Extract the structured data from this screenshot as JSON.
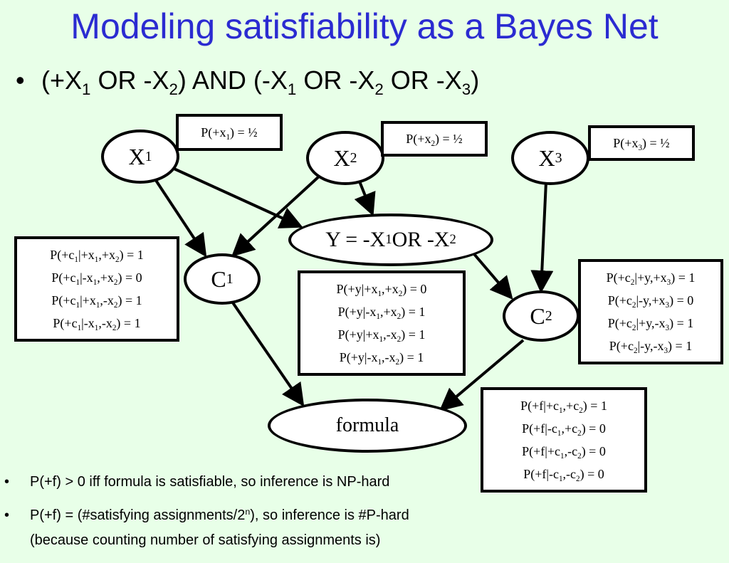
{
  "title": "Modeling satisfiability as a Bayes Net",
  "formula": {
    "bullet": "•",
    "p1": "(+X",
    "s1": "1",
    "p2": " OR -X",
    "s2": "2",
    "p3": ") AND (-X",
    "s3": "1",
    "p4": " OR -X",
    "s4": "2",
    "p5": " OR -X",
    "s5": "3",
    "p6": ")"
  },
  "nodes": {
    "x1": {
      "letter": "X",
      "sub": "1"
    },
    "x2": {
      "letter": "X",
      "sub": "2"
    },
    "x3": {
      "letter": "X",
      "sub": "3"
    },
    "y": {
      "a": "Y = -X",
      "s1": "1",
      "b": " OR -X",
      "s2": "2"
    },
    "c1": {
      "letter": "C",
      "sub": "1"
    },
    "c2": {
      "letter": "C",
      "sub": "2"
    },
    "formula": {
      "label": "formula"
    }
  },
  "cpts": {
    "px1": {
      "a": "P(+x",
      "s": "1",
      "b": ") = ½"
    },
    "px2": {
      "a": "P(+x",
      "s": "2",
      "b": ") = ½"
    },
    "px3": {
      "a": "P(+x",
      "s": "3",
      "b": ") = ½"
    },
    "c1_rows": [
      {
        "a": "P(+c",
        "s1": "1",
        "b": "|+x",
        "s2": "1",
        "c": ",+x",
        "s3": "2",
        "d": ") = 1"
      },
      {
        "a": "P(+c",
        "s1": "1",
        "b": "|-x",
        "s2": "1",
        "c": ",+x",
        "s3": "2",
        "d": ") = 0"
      },
      {
        "a": "P(+c",
        "s1": "1",
        "b": "|+x",
        "s2": "1",
        "c": ",-x",
        "s3": "2",
        "d": ") = 1"
      },
      {
        "a": "P(+c",
        "s1": "1",
        "b": "|-x",
        "s2": "1",
        "c": ",-x",
        "s3": "2",
        "d": ") = 1"
      }
    ],
    "y_rows": [
      {
        "a": "P(+y|+x",
        "s1": "1",
        "b": ",+x",
        "s2": "2",
        "c": ") = 0"
      },
      {
        "a": "P(+y|-x",
        "s1": "1",
        "b": ",+x",
        "s2": "2",
        "c": ") = 1"
      },
      {
        "a": "P(+y|+x",
        "s1": "1",
        "b": ",-x",
        "s2": "2",
        "c": ") = 1"
      },
      {
        "a": "P(+y|-x",
        "s1": "1",
        "b": ",-x",
        "s2": "2",
        "c": ") = 1"
      }
    ],
    "c2_rows": [
      {
        "a": "P(+c",
        "s1": "2",
        "b": "|+y,+x",
        "s2": "3",
        "c": ") = 1"
      },
      {
        "a": "P(+c",
        "s1": "2",
        "b": "|-y,+x",
        "s2": "3",
        "c": ") = 0"
      },
      {
        "a": "P(+c",
        "s1": "2",
        "b": "|+y,-x",
        "s2": "3",
        "c": ") = 1"
      },
      {
        "a": "P(+c",
        "s1": "2",
        "b": "|-y,-x",
        "s2": "3",
        "c": ") = 1"
      }
    ],
    "f_rows": [
      {
        "a": "P(+f|+c",
        "s1": "1",
        "b": ",+c",
        "s2": "2",
        "c": ") = 1"
      },
      {
        "a": "P(+f|-c",
        "s1": "1",
        "b": ",+c",
        "s2": "2",
        "c": ") = 0"
      },
      {
        "a": "P(+f|+c",
        "s1": "1",
        "b": ",-c",
        "s2": "2",
        "c": ") = 0"
      },
      {
        "a": "P(+f|-c",
        "s1": "1",
        "b": ",-c",
        "s2": "2",
        "c": ") = 0"
      }
    ]
  },
  "bullets": {
    "mark": "•",
    "b1": "P(+f) > 0 iff formula is satisfiable, so inference is NP-hard",
    "b2_a": "P(+f) = (#satisfying assignments/2",
    "b2_sup": "n",
    "b2_b": "), so inference is #P-hard",
    "b2_line2": "(because counting number of satisfying assignments is)"
  },
  "colors": {
    "title": "#2b2bd1",
    "background": "#e8ffe8",
    "line": "#000000"
  }
}
